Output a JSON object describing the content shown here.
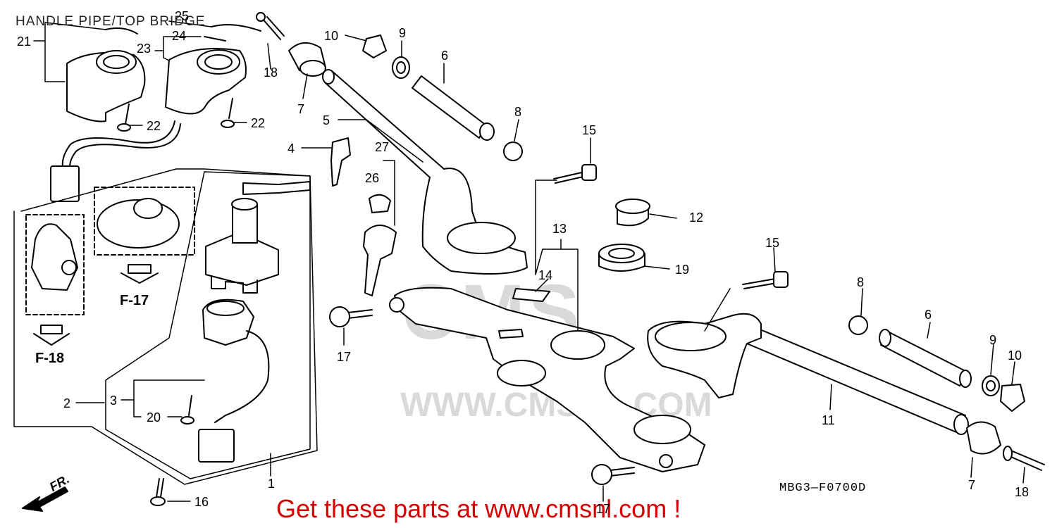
{
  "diagram": {
    "title": "HANDLE PIPE/TOP BRIDGE",
    "catalog_code": "MBG3—F0700D",
    "promo_text": "Get these parts at www.cmsnl.com !",
    "watermark_text": "CMS",
    "watermark_url": "WWW.CMSNL.COM",
    "refs": {
      "f17": "F-17",
      "f18": "F-18",
      "fr": "FR."
    },
    "callouts": {
      "c25": "25",
      "c21": "21",
      "c24": "24",
      "c23": "23",
      "c18a": "18",
      "c22a": "22",
      "c22b": "22",
      "c10a": "10",
      "c9a": "9",
      "c6a": "6",
      "c7a": "7",
      "c5": "5",
      "c8a": "8",
      "c15a": "15",
      "c4": "4",
      "c27": "27",
      "c26": "26",
      "c12": "12",
      "c13": "13",
      "c19": "19",
      "c14": "14",
      "c15b": "15",
      "c17a": "17",
      "c8b": "8",
      "c6b": "6",
      "c9b": "9",
      "c10b": "10",
      "c11": "11",
      "c3": "3",
      "c2": "2",
      "c20": "20",
      "c1": "1",
      "c16": "16",
      "c17b": "17",
      "c7b": "7",
      "c18b": "18"
    },
    "colors": {
      "line": "#000000",
      "promo": "#d40000",
      "watermark": "#d9d9d9"
    }
  }
}
